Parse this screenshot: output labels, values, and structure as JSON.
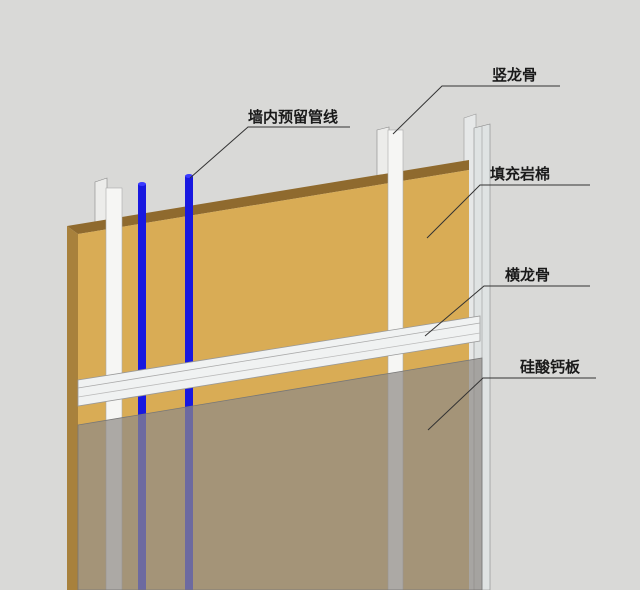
{
  "labels": {
    "pipes": "墙内预留管线",
    "vertical_stud": "竖龙骨",
    "rock_wool": "填充岩棉",
    "horizontal_channel": "横龙骨",
    "calcium_silicate_board": "硅酸钙板"
  },
  "colors": {
    "background": "#d9d9d7",
    "rock_wool": "#d9ac55",
    "pipe": "#1a1ae0",
    "stud": "#f4f4f2",
    "board": "#98948c"
  }
}
